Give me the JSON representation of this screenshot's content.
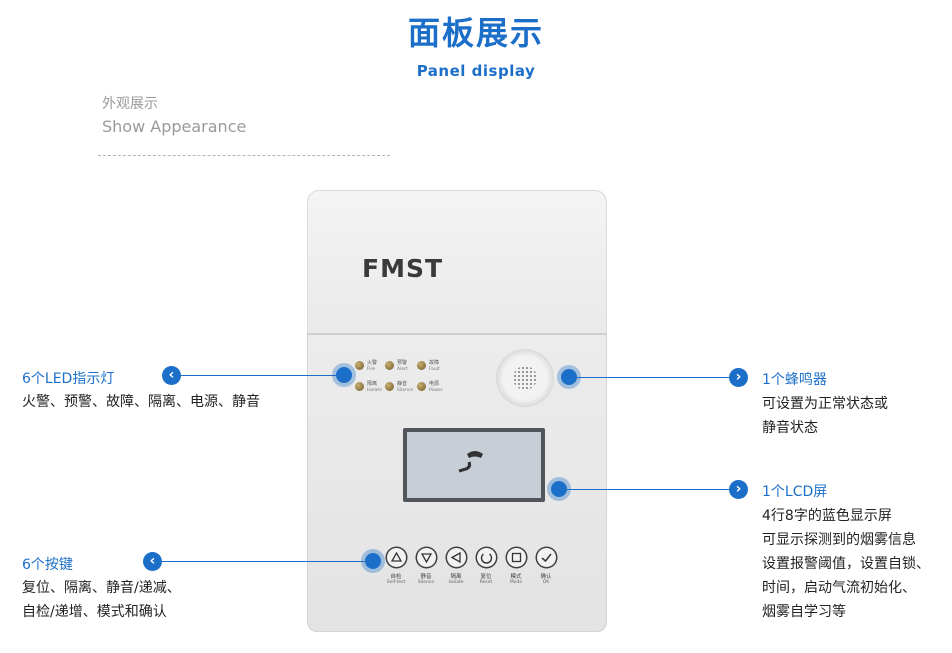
{
  "header": {
    "title": "面板展示",
    "subtitle": "Panel display"
  },
  "section": {
    "title_cn": "外观展示",
    "title_en": "Show Appearance"
  },
  "device": {
    "logo": "FMST",
    "leds": [
      {
        "cn": "火警",
        "en": "Fire"
      },
      {
        "cn": "预警",
        "en": "Alert"
      },
      {
        "cn": "故障",
        "en": "Fault"
      },
      {
        "cn": "隔离",
        "en": "Isolate"
      },
      {
        "cn": "静音",
        "en": "Silence"
      },
      {
        "cn": "电源",
        "en": "Power"
      }
    ],
    "buttons": [
      {
        "cn": "自检",
        "en": "Self-test",
        "icon": "triangle-up-icon"
      },
      {
        "cn": "静音",
        "en": "Silence",
        "icon": "triangle-down-icon"
      },
      {
        "cn": "隔离",
        "en": "Isolate",
        "icon": "triangle-left-icon"
      },
      {
        "cn": "复位",
        "en": "Reset",
        "icon": "reset-icon"
      },
      {
        "cn": "模式",
        "en": "Mode",
        "icon": "square-icon"
      },
      {
        "cn": "确认",
        "en": "OK",
        "icon": "check-icon"
      }
    ]
  },
  "callouts": {
    "led": {
      "head": "6个LED指示灯",
      "lines": [
        "火警、预警、故障、隔离、电源、静音"
      ]
    },
    "buzzer": {
      "head": "1个蜂鸣器",
      "lines": [
        "可设置为正常状态或",
        "静音状态"
      ]
    },
    "lcd": {
      "head": "1个LCD屏",
      "lines": [
        "4行8字的蓝色显示屏",
        "可显示探测到的烟雾信息",
        "设置报警阈值，设置自锁、",
        "时间，启动气流初始化、",
        "烟雾自学习等"
      ]
    },
    "keys": {
      "head": "6个按键",
      "lines": [
        "复位、隔离、静音/递减、",
        "自检/递增、模式和确认"
      ]
    }
  },
  "colors": {
    "accent": "#1c6fc9",
    "muted": "#9a9a9a"
  }
}
